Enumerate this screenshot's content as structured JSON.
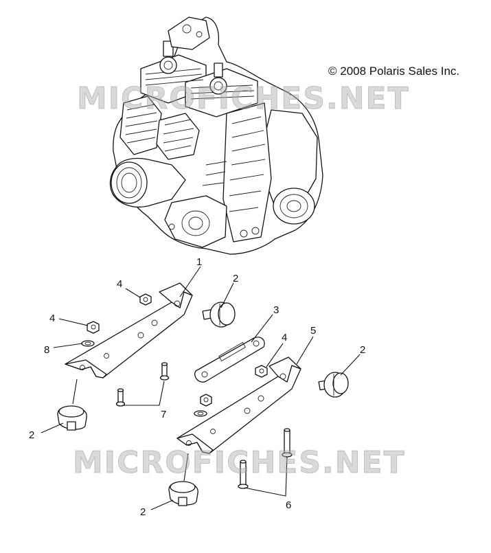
{
  "copyright": "© 2008 Polaris Sales Inc.",
  "watermarks": [
    "MICROFICHES.NET",
    "MICROFICHES.NET"
  ],
  "callouts": {
    "c1": "1",
    "c2a": "2",
    "c2b": "2",
    "c2c": "2",
    "c2d": "2",
    "c3": "3",
    "c4a": "4",
    "c4b": "4",
    "c4c": "4",
    "c5": "5",
    "c6": "6",
    "c7": "7",
    "c8": "8"
  },
  "colors": {
    "line": "#111111",
    "watermark": "#aaaaaa",
    "background": "#ffffff"
  }
}
